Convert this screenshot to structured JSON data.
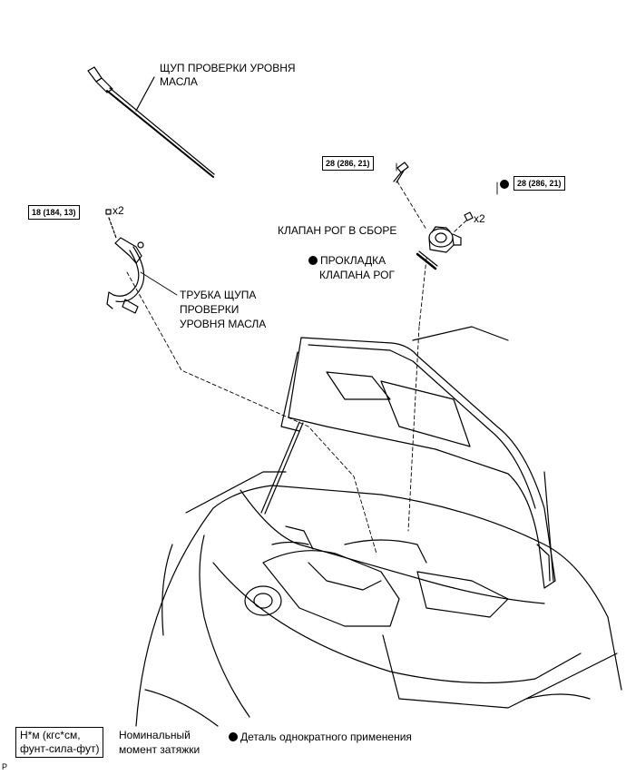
{
  "labels": {
    "dipstick": [
      "ЩУП ПРОВЕРКИ УРОВНЯ",
      "МАСЛА"
    ],
    "dipstick_tube": [
      "ТРУБКА ЩУПА",
      "ПРОВЕРКИ",
      "УРОВНЯ МАСЛА"
    ],
    "pcv_valve": "КЛАПАН РОГ В СБОРЕ",
    "pcv_gasket": [
      "ПРОКЛАДКА",
      "КЛАПАНА РОГ"
    ]
  },
  "torques": {
    "tube_bolt": "18 (184, 13)",
    "valve_bolt_upper": "28 (286, 21)",
    "valve_bolt_right": "28 (286, 21)"
  },
  "quantities": {
    "tube_bolt_qty": "x2",
    "valve_bolt_qty": "x2"
  },
  "legend": {
    "unit_line1": "Н*м (кгс*см,",
    "unit_line2": "фунт-сила-фут)",
    "unit_desc_line1": "Номинальный",
    "unit_desc_line2": "момент затяжки",
    "non_reusable": "Деталь однократного применения"
  },
  "corner_mark": "P"
}
